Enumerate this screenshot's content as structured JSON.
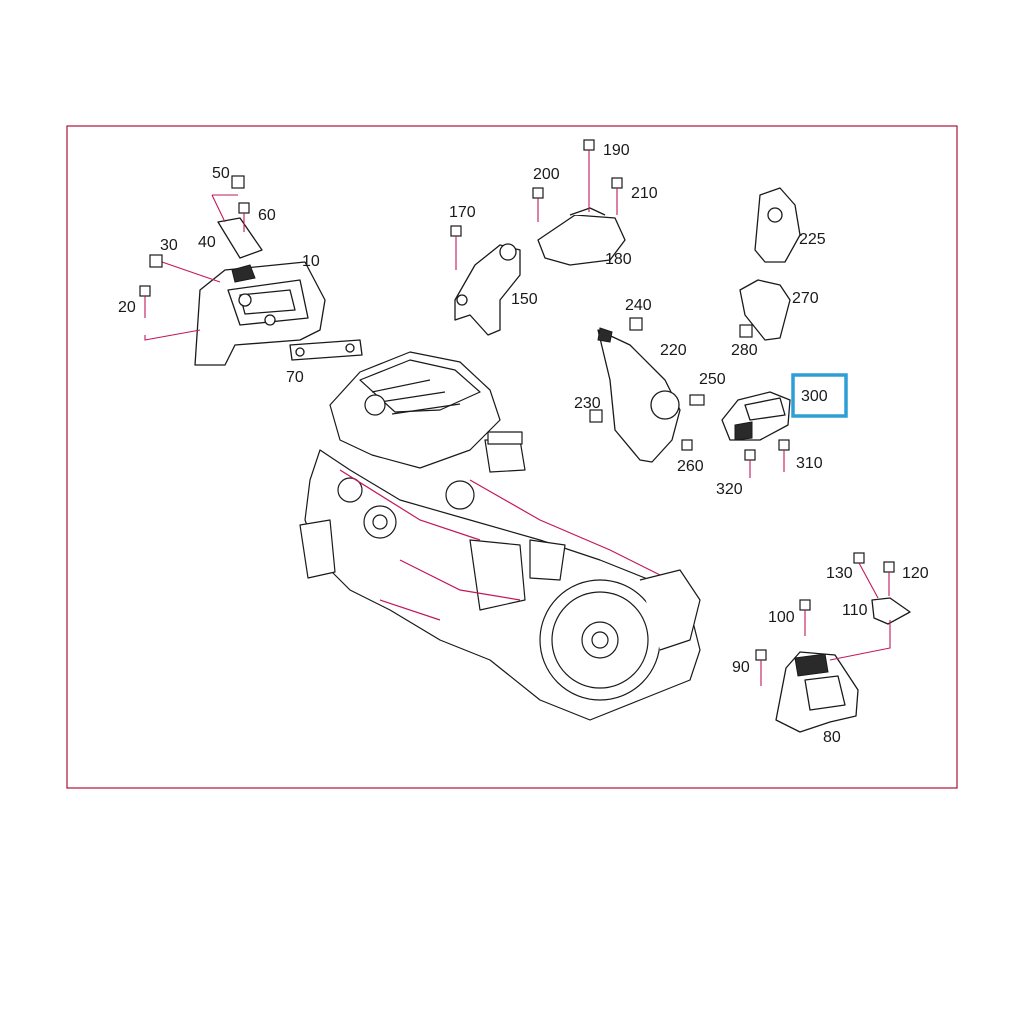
{
  "diagram": {
    "callouts": {
      "c10": "10",
      "c20": "20",
      "c30": "30",
      "c40": "40",
      "c50": "50",
      "c60": "60",
      "c70": "70",
      "c80": "80",
      "c90": "90",
      "c100": "100",
      "c110": "110",
      "c120": "120",
      "c130": "130",
      "c150": "150",
      "c170": "170",
      "c180": "180",
      "c190": "190",
      "c200": "200",
      "c210": "210",
      "c220": "220",
      "c225": "225",
      "c230": "230",
      "c240": "240",
      "c250": "250",
      "c260": "260",
      "c270": "270",
      "c280": "280",
      "c300": "300",
      "c310": "310",
      "c320": "320"
    },
    "highlighted_callout": "300",
    "colors": {
      "frame": "#b0103a",
      "leader_lines": "#c2185b",
      "highlight": "#2e9fd6",
      "part_outline": "#1a1a1a"
    }
  }
}
